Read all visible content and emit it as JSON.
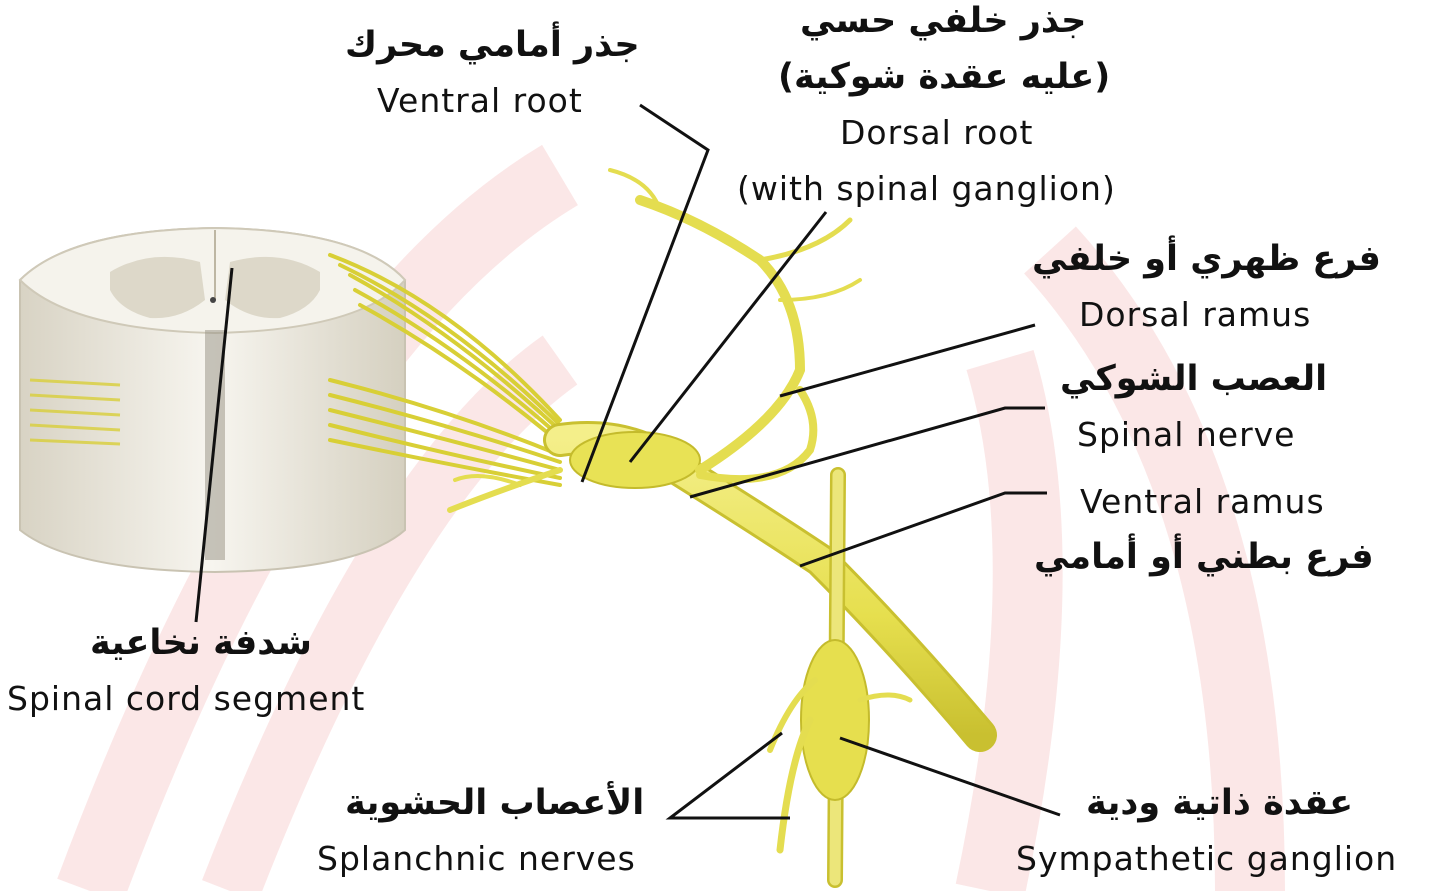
{
  "labels": {
    "ventral_root": {
      "ar": "جذر أمامي محرك",
      "en": "Ventral root"
    },
    "dorsal_root": {
      "ar1": "جذر خلفي حسي",
      "ar2": "(عليه عقدة شوكية)",
      "en1": "Dorsal root",
      "en2": "(with spinal ganglion)"
    },
    "dorsal_ramus": {
      "ar": "فرع ظهري أو خلفي",
      "en": "Dorsal ramus"
    },
    "spinal_nerve": {
      "ar": "العصب الشوكي",
      "en": "Spinal nerve"
    },
    "ventral_ramus": {
      "en": "Ventral ramus",
      "ar": "فرع بطني أو أمامي"
    },
    "spinal_cord_segment": {
      "ar": "شدفة نخاعية",
      "en": "Spinal cord segment"
    },
    "splanchnic_nerves": {
      "ar": "الأعصاب الحشوية",
      "en": "Splanchnic nerves"
    },
    "sympathetic_ganglion": {
      "ar": "عقدة ذاتية ودية",
      "en": "Sympathetic ganglion"
    }
  },
  "colors": {
    "nerve": "#e8e35a",
    "nerve_edge": "#b9b020",
    "cord_white": "#f3f1ea",
    "cord_grey": "#dcd7c8",
    "watermark": "#fbe4e4",
    "leader": "#111111"
  }
}
